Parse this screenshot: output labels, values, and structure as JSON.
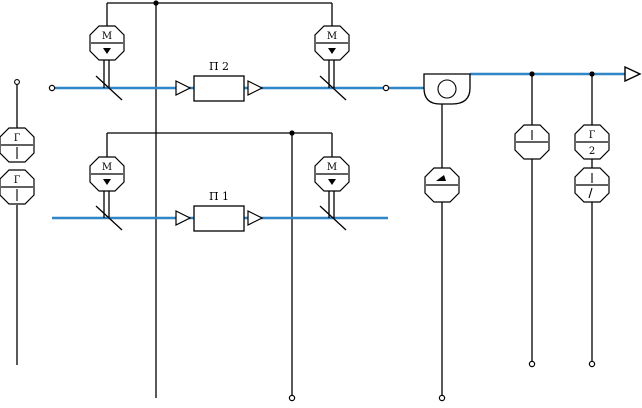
{
  "diagram": {
    "filters": [
      {
        "id": "filter-top",
        "label": "П 2"
      },
      {
        "id": "filter-bottom",
        "label": "П 1"
      }
    ],
    "sensors": [
      {
        "id": "sensor-left-upper",
        "top": "Г",
        "bottom": ""
      },
      {
        "id": "sensor-left-lower",
        "top": "Г",
        "bottom": ""
      },
      {
        "id": "sensor-right-1",
        "top": "",
        "bottom": ""
      },
      {
        "id": "sensor-right-2",
        "top": "Г",
        "bottom": "2"
      },
      {
        "id": "sensor-right-3",
        "top": "",
        "bottom": ""
      }
    ],
    "actuators": [
      {
        "id": "damper-actuator-top-left",
        "top": "M",
        "bottom": ""
      },
      {
        "id": "damper-actuator-top-right",
        "top": "M",
        "bottom": ""
      },
      {
        "id": "damper-actuator-bottom-left",
        "top": "M",
        "bottom": ""
      },
      {
        "id": "damper-actuator-bottom-right",
        "top": "M",
        "bottom": ""
      },
      {
        "id": "fan-motor",
        "top": "",
        "bottom": ""
      }
    ],
    "colors": {
      "duct": "#2f86c8",
      "line": "#000000"
    }
  }
}
